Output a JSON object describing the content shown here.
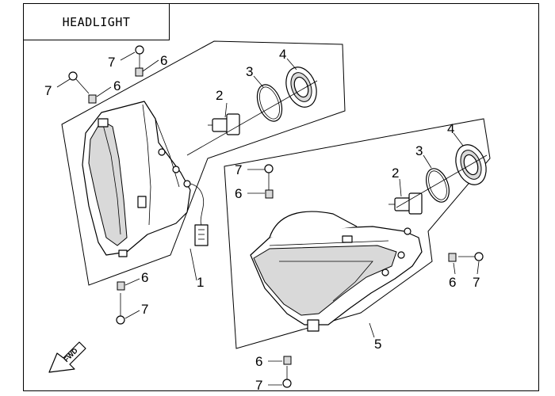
{
  "title": "HEADLIGHT",
  "callouts": {
    "left_headlight": "1",
    "left_bulb": "2",
    "left_seal": "3",
    "left_cover": "4",
    "right_headlight": "5",
    "right_bulb": "2",
    "right_seal": "3",
    "right_cover": "4",
    "clip_a": "6",
    "clip_b": "6",
    "clip_c": "6",
    "clip_d": "6",
    "clip_e": "6",
    "clip_f": "6",
    "screw_a": "7",
    "screw_b": "7",
    "screw_c": "7",
    "screw_d": "7",
    "screw_e": "7",
    "screw_f": "7"
  },
  "direction_marker": "FWD"
}
